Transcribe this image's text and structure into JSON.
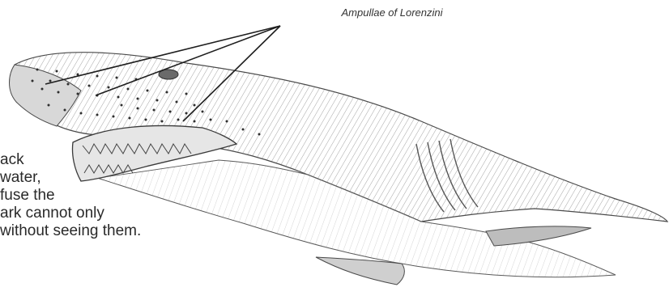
{
  "callout": {
    "label": "Ampullae of Lorenzini"
  },
  "body_text": {
    "lines": [
      "ack",
      "water,",
      "fuse  the",
      "ark cannot only",
      "  without seeing them."
    ]
  },
  "colors": {
    "ink": "#3a3a3a",
    "shade": "#9a9a9a",
    "paper": "#ffffff"
  }
}
